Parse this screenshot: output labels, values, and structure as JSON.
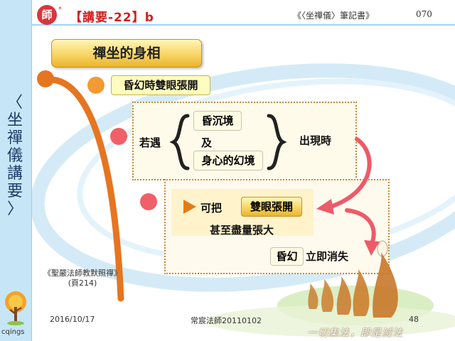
{
  "sidebar": {
    "title_chars": [
      "〈",
      "坐",
      "禪",
      "儀",
      "講",
      "要",
      "〉"
    ],
    "username": "cqings"
  },
  "header": {
    "teacher_badge": "師",
    "star": "*",
    "title": "【講要-22】b",
    "source": "《〈坐禪儀〉筆記書》",
    "page": "070"
  },
  "slide": {
    "main_title": "禪坐的身相",
    "subtitle": "昏幻時雙眼張開",
    "if_encounter": "若遇",
    "hunchen": "昏沉境",
    "and": "及",
    "shenxin": "身心的幻境",
    "appears": "出現時",
    "can": "可把",
    "shuangyan": "雙眼張開",
    "shenzhi": "甚至盡量張大",
    "hunhuan": "昏幻",
    "disappear": "立即消失"
  },
  "citation": {
    "line1": "《聖嚴法師教默照禪》",
    "line2": "(頁214)"
  },
  "footer": {
    "date": "2016/10/17",
    "author": "常宸法師20110102",
    "page": "48",
    "motto": "一切集法，即是滅法"
  },
  "colors": {
    "sidebar_bg": "#c6e6f8",
    "title_red": "#d22020",
    "orange": "#e67520",
    "pink": "#f06068",
    "gold": "#f7d566",
    "flame": "#c8782a"
  }
}
